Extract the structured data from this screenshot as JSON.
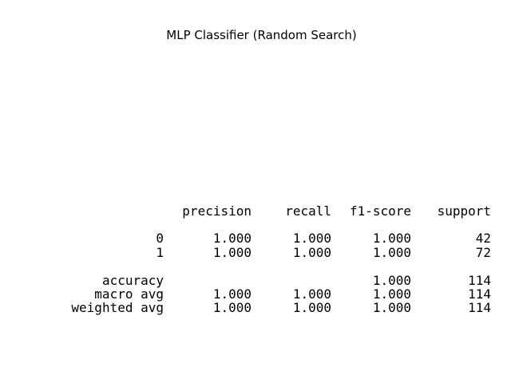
{
  "title": "MLP Classifier (Random Search)",
  "report": {
    "headers": {
      "precision": "precision",
      "recall": "recall",
      "f1_score": "f1-score",
      "support": "support"
    },
    "rows": [
      {
        "label": "0",
        "precision": "1.000",
        "recall": "1.000",
        "f1_score": "1.000",
        "support": "42"
      },
      {
        "label": "1",
        "precision": "1.000",
        "recall": "1.000",
        "f1_score": "1.000",
        "support": "72"
      }
    ],
    "accuracy": {
      "label": "accuracy",
      "f1_score": "1.000",
      "support": "114"
    },
    "macro_avg": {
      "label": "macro avg",
      "precision": "1.000",
      "recall": "1.000",
      "f1_score": "1.000",
      "support": "114"
    },
    "weighted_avg": {
      "label": "weighted avg",
      "precision": "1.000",
      "recall": "1.000",
      "f1_score": "1.000",
      "support": "114"
    }
  }
}
